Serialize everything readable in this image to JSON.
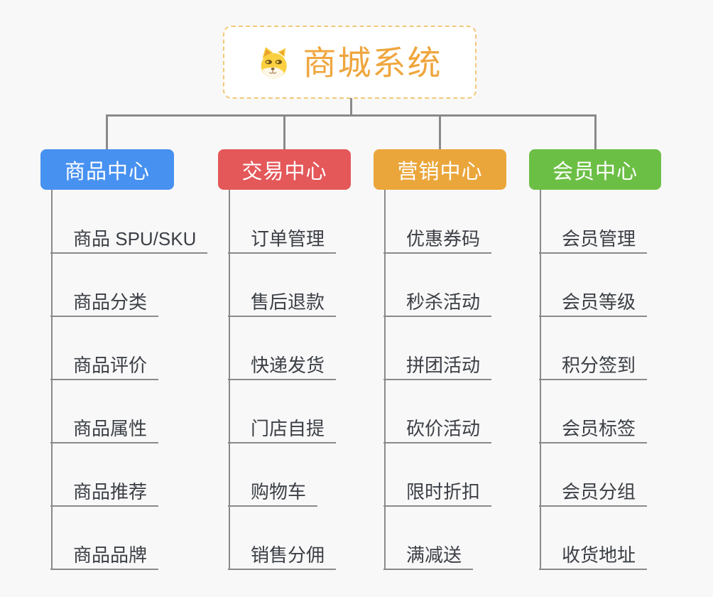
{
  "root": {
    "title": "商城系统",
    "icon": "dog-face-icon"
  },
  "branches": [
    {
      "id": "product-center",
      "label": "商品中心",
      "color": "#4791F0",
      "children": [
        "商品 SPU/SKU",
        "商品分类",
        "商品评价",
        "商品属性",
        "商品推荐",
        "商品品牌"
      ]
    },
    {
      "id": "trade-center",
      "label": "交易中心",
      "color": "#E45859",
      "children": [
        "订单管理",
        "售后退款",
        "快递发货",
        "门店自提",
        "购物车",
        "销售分佣"
      ]
    },
    {
      "id": "marketing-center",
      "label": "营销中心",
      "color": "#EBA63B",
      "children": [
        "优惠券码",
        "秒杀活动",
        "拼团活动",
        "砍价活动",
        "限时折扣",
        "满减送"
      ]
    },
    {
      "id": "member-center",
      "label": "会员中心",
      "color": "#6CBF45",
      "children": [
        "会员管理",
        "会员等级",
        "积分签到",
        "会员标签",
        "会员分组",
        "收货地址"
      ]
    }
  ],
  "colors": {
    "background": "#F8F8F8",
    "connector": "#8A8A8A",
    "root_accent": "#EFA63E",
    "root_border": "#F2C879",
    "leaf_text": "#3B3F45",
    "leaf_underline": "#8A8A8A",
    "node_text": "#FFFFFF"
  }
}
